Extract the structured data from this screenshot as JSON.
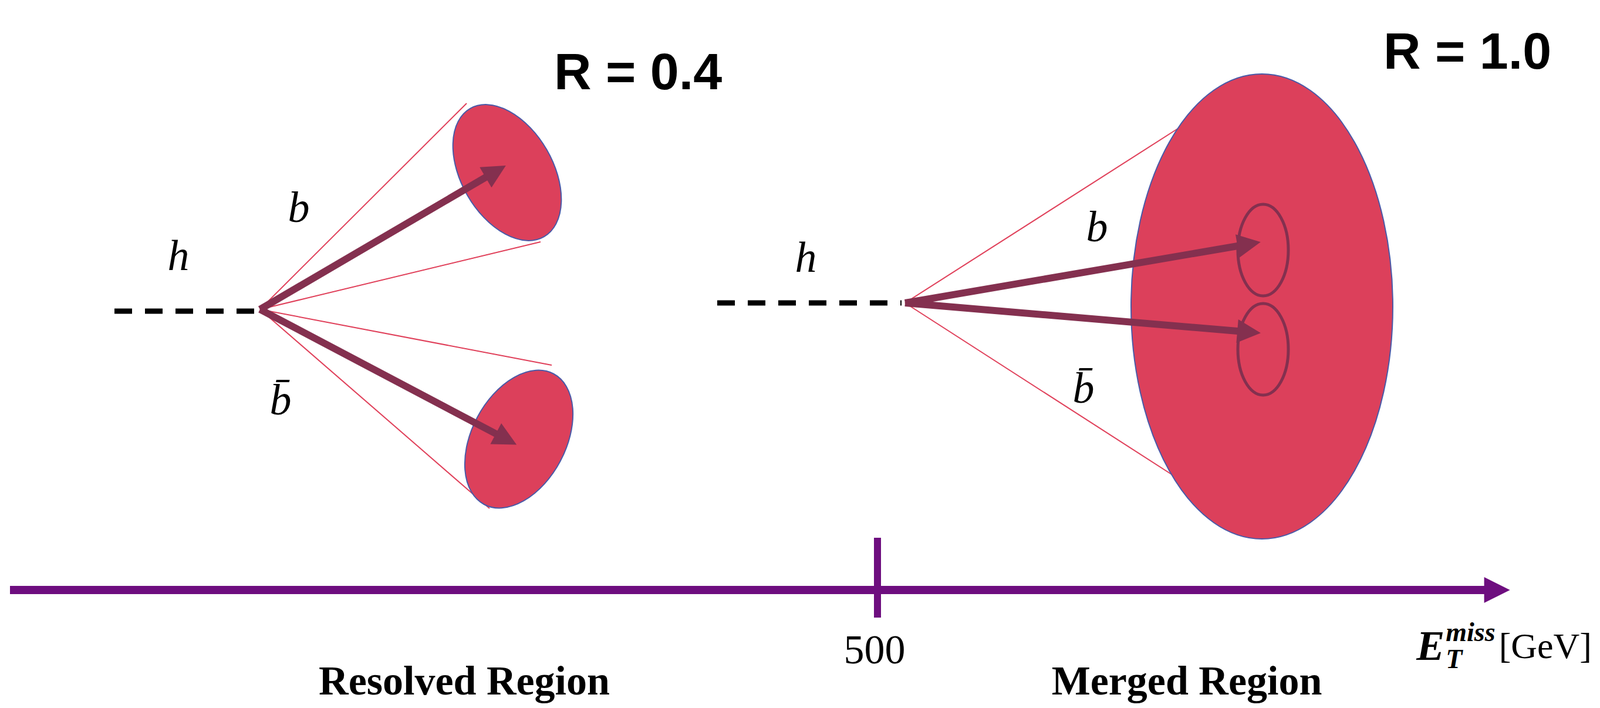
{
  "diagram": {
    "labels": [
      "R = 0.4",
      "h",
      "b",
      "b̄",
      "R = 1.0",
      "h",
      "b",
      "b̄",
      "500",
      "Resolved Region",
      "Merged Region",
      "E",
      "miss",
      "T",
      "[GeV]"
    ]
  }
}
